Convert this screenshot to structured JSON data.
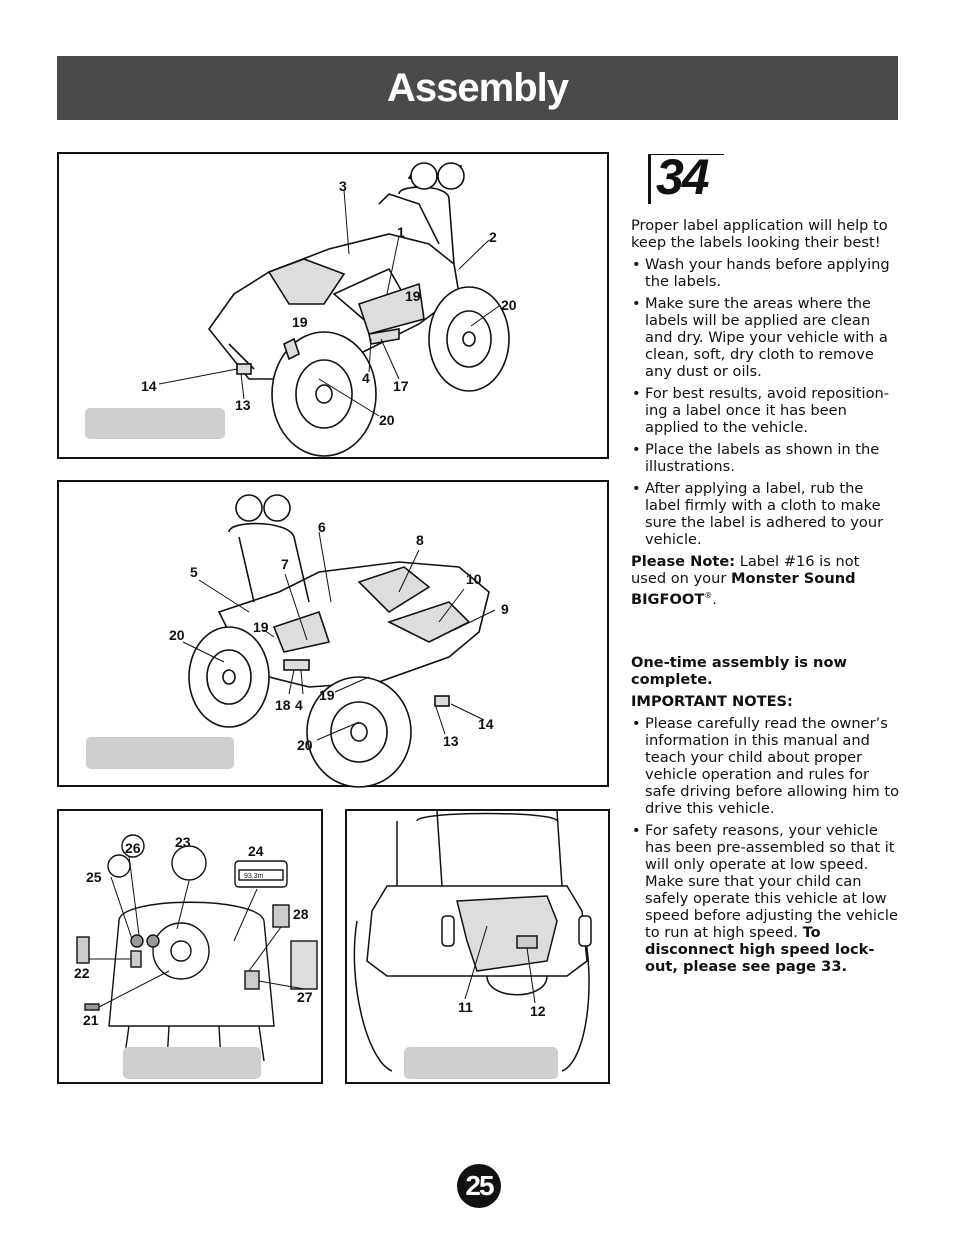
{
  "header": {
    "title": "Assembly"
  },
  "step": {
    "number": "34"
  },
  "intro": "Proper label application will help to keep the labels looking their best!",
  "tips": [
    "Wash your hands before applying the labels.",
    "Make sure the areas where the labels will be applied are clean and dry. Wipe your vehicle with a clean, soft, dry cloth to remove any dust or oils.",
    "For best results, avoid reposition-ing a label once it has been applied to the vehicle.",
    "Place the labels as shown in the illustrations.",
    "After applying a label, rub the label firmly with a cloth to make sure the label is adhered to your vehicle."
  ],
  "note": {
    "label": "Please Note:",
    "text_before": " Label #16 is not used on your ",
    "product": "Monster Sound BIGFOOT",
    "registered": "®",
    "end": "."
  },
  "complete": "One-time assembly is now complete.",
  "important_heading": "IMPORTANT NOTES:",
  "important_items": [
    "Please carefully read the owner’s information in this manual and teach your child about proper vehicle operation and rules for safe driving before allowing him to drive this vehicle.",
    "For safety reasons, your vehicle has been pre-assembled so that it will only operate at low speed. Make sure that your child can safely operate this vehicle at low speed before adjusting the vehicle to run at high speed."
  ],
  "important_bold": "To disconnect high speed lock-out, please see page 33.",
  "figures": {
    "fig1_labels": [
      "3",
      "1",
      "2",
      "19",
      "20",
      "19",
      "14",
      "4",
      "17",
      "13",
      "20"
    ],
    "fig2_labels": [
      "6",
      "8",
      "5",
      "7",
      "10",
      "9",
      "20",
      "19",
      "18",
      "4",
      "19",
      "14",
      "13",
      "20"
    ],
    "fig3_labels": [
      "26",
      "23",
      "24",
      "25",
      "28",
      "22",
      "27",
      "21"
    ],
    "fig3_speed_display": "93.3m",
    "fig4_labels": [
      "11",
      "12"
    ]
  },
  "page_number": "25"
}
